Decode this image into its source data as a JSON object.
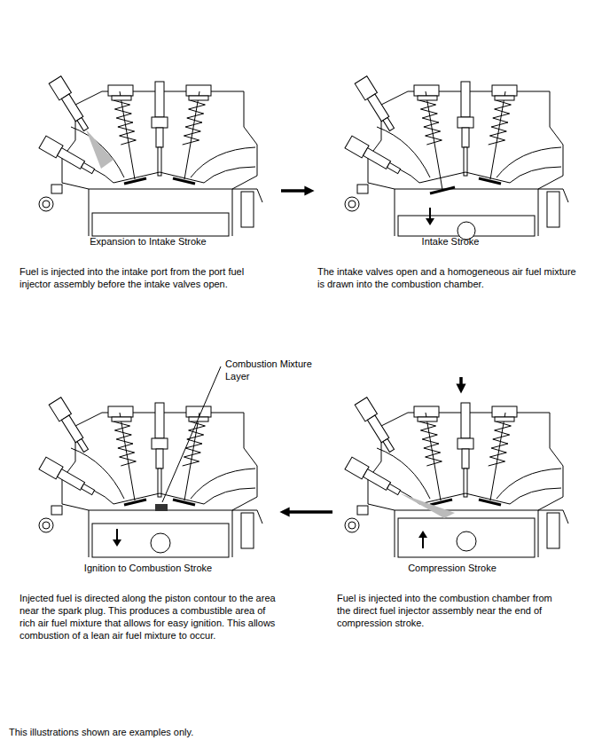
{
  "diagram": {
    "nodes": [
      {
        "text": [
          "Expansion to Intake Stroke",
          "Fuel is injected into the intake port from the port fuel injector assembly before the intake valves open."
        ]
      },
      {
        "text": [
          "Intake Stroke",
          "The intake valves open and a homogeneous air fuel mixture is drawn into the combustion chamber."
        ]
      },
      {
        "text": [
          "Ignition to Combustion Stroke",
          "Injected fuel is directed along the piston contour to the area near the spark plug. This produces a combustible area of rich air fuel mixture that allows for easy ignition. This allows combustion of a lean air fuel mixture to occur."
        ]
      },
      {
        "text": [
          "Compression Stroke",
          "Fuel is injected into the combustion chamber from the direct fuel injector assembly near the end of compression stroke."
        ]
      }
    ],
    "edges": [
      {
        "from": 0,
        "to": 1,
        "arrow": "to"
      },
      {
        "from": 1,
        "to": 3,
        "arrow": "to"
      },
      {
        "from": 3,
        "to": 2,
        "arrow": "to"
      }
    ],
    "labels": [
      "Combustion Mixture Layer",
      "This illustrations shown are examples only."
    ]
  }
}
